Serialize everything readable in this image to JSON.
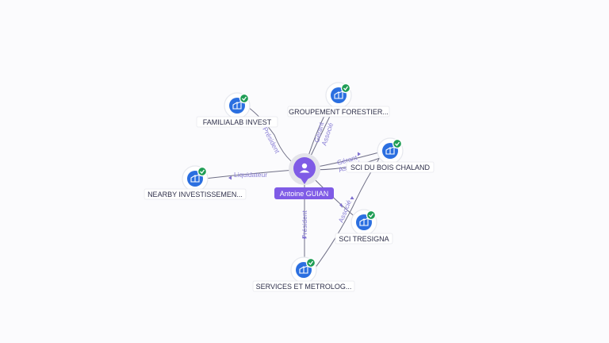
{
  "person": {
    "name": "Antoine GUIAN",
    "icon": "user-icon"
  },
  "companies": [
    {
      "id": "familialab",
      "label": "FAMILIALAB INVEST",
      "icon": "building-icon",
      "status_icon": "check-icon"
    },
    {
      "id": "groupement",
      "label": "GROUPEMENT FORESTIER...",
      "icon": "building-icon",
      "status_icon": "check-icon"
    },
    {
      "id": "boischaland",
      "label": "SCI DU BOIS CHALAND",
      "icon": "building-icon",
      "status_icon": "check-icon"
    },
    {
      "id": "nearby",
      "label": "NEARBY INVESTISSEMEN...",
      "icon": "building-icon",
      "status_icon": "check-icon"
    },
    {
      "id": "tresigna",
      "label": "SCI TRESIGNA",
      "icon": "building-icon",
      "status_icon": "check-icon"
    },
    {
      "id": "services",
      "label": "SERVICES ET METROLOG...",
      "icon": "building-icon",
      "status_icon": "check-icon"
    }
  ],
  "edges": [
    {
      "to": "familialab",
      "label": "Président"
    },
    {
      "to": "groupement",
      "label": "Gérant"
    },
    {
      "to": "groupement",
      "label": "Associé"
    },
    {
      "to": "boischaland",
      "label": "Gérant"
    },
    {
      "to": "boischaland",
      "label": "Associé"
    },
    {
      "to": "nearby",
      "label": "Liquidateur"
    },
    {
      "to": "tresigna",
      "label": "Associé"
    },
    {
      "to": "services",
      "label": "Président"
    }
  ],
  "colors": {
    "person": "#7f5be6",
    "company": "#2b6fe0",
    "verified": "#1f9d55",
    "edge_label": "#8a7fd6"
  }
}
